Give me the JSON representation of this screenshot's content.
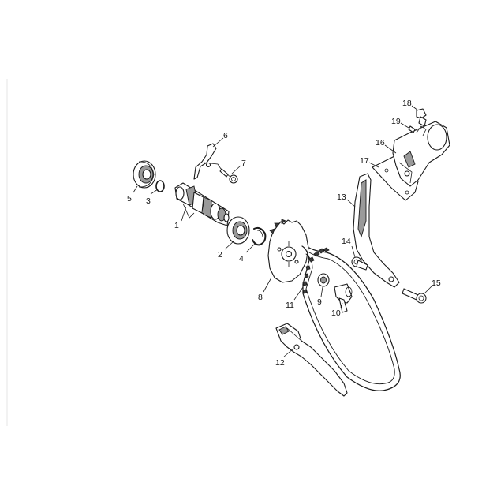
{
  "callouts": [
    {
      "id": "1",
      "label": "1"
    },
    {
      "id": "2",
      "label": "2"
    },
    {
      "id": "3",
      "label": "3"
    },
    {
      "id": "4",
      "label": "4"
    },
    {
      "id": "5",
      "label": "5"
    },
    {
      "id": "6",
      "label": "6"
    },
    {
      "id": "7",
      "label": "7"
    },
    {
      "id": "8",
      "label": "8"
    },
    {
      "id": "9",
      "label": "9"
    },
    {
      "id": "10",
      "label": "10"
    },
    {
      "id": "11",
      "label": "11"
    },
    {
      "id": "12",
      "label": "12"
    },
    {
      "id": "13",
      "label": "13"
    },
    {
      "id": "14",
      "label": "14"
    },
    {
      "id": "15",
      "label": "15"
    },
    {
      "id": "16",
      "label": "16"
    },
    {
      "id": "17",
      "label": "17"
    },
    {
      "id": "18",
      "label": "18"
    },
    {
      "id": "19",
      "label": "19"
    }
  ],
  "colors": {
    "line": "#1a1a1a",
    "shade": "#9a9a9a",
    "background": "#ffffff"
  }
}
